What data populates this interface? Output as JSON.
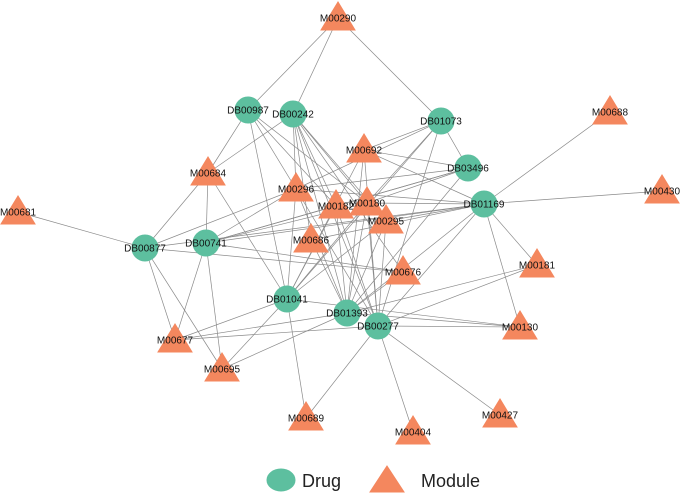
{
  "legend": {
    "drug_label": "Drug",
    "module_label": "Module",
    "drug_color": "#5dbf9f",
    "module_color": "#f4875e"
  },
  "drugs": [
    "DB00987",
    "DB00242",
    "DB01073",
    "DB03496",
    "DB01169",
    "DB00877",
    "DB00741",
    "DB01041",
    "DB01393",
    "DB00277"
  ],
  "modules": [
    "M00290",
    "M00688",
    "M00692",
    "M00684",
    "M00296",
    "M00430",
    "M00681",
    "M00182",
    "M00180",
    "M00295",
    "M00686",
    "M00676",
    "M00181",
    "M00130",
    "M00677",
    "M00695",
    "M00689",
    "M00404",
    "M00427"
  ],
  "edges": [
    [
      "M00290",
      "DB00987"
    ],
    [
      "M00290",
      "DB00242"
    ],
    [
      "M00290",
      "DB01073"
    ],
    [
      "M00688",
      "DB01169"
    ],
    [
      "M00430",
      "DB01169"
    ],
    [
      "M00681",
      "DB00877"
    ],
    [
      "DB00987",
      "M00684"
    ],
    [
      "DB00987",
      "M00296"
    ],
    [
      "DB00987",
      "DB01041"
    ],
    [
      "DB00987",
      "M00182"
    ],
    [
      "DB00987",
      "M00180"
    ],
    [
      "DB00242",
      "M00684"
    ],
    [
      "DB00242",
      "M00296"
    ],
    [
      "DB00242",
      "M00182"
    ],
    [
      "DB00242",
      "M00180"
    ],
    [
      "DB00242",
      "M00295"
    ],
    [
      "DB00242",
      "M00686"
    ],
    [
      "DB00242",
      "M00676"
    ],
    [
      "DB00242",
      "DB01393"
    ],
    [
      "DB00242",
      "DB00277"
    ],
    [
      "DB01073",
      "M00692"
    ],
    [
      "DB01073",
      "M00296"
    ],
    [
      "DB01073",
      "M00180"
    ],
    [
      "DB01073",
      "DB03496"
    ],
    [
      "DB01073",
      "DB01041"
    ],
    [
      "DB01073",
      "DB00277"
    ],
    [
      "DB03496",
      "M00692"
    ],
    [
      "DB03496",
      "M00296"
    ],
    [
      "DB03496",
      "M00182"
    ],
    [
      "DB03496",
      "M00180"
    ],
    [
      "DB03496",
      "DB00741"
    ],
    [
      "DB03496",
      "DB01393"
    ],
    [
      "DB01169",
      "M00692"
    ],
    [
      "DB01169",
      "M00296"
    ],
    [
      "DB01169",
      "M00180"
    ],
    [
      "DB01169",
      "M00295"
    ],
    [
      "DB01169",
      "M00686"
    ],
    [
      "DB01169",
      "DB00741"
    ],
    [
      "DB01169",
      "DB00877"
    ],
    [
      "DB01169",
      "M00181"
    ],
    [
      "DB01169",
      "M00130"
    ],
    [
      "DB01169",
      "DB01393"
    ],
    [
      "DB01169",
      "DB00277"
    ],
    [
      "DB00877",
      "M00684"
    ],
    [
      "DB00877",
      "M00296"
    ],
    [
      "DB00877",
      "M00677"
    ],
    [
      "DB00877",
      "M00695"
    ],
    [
      "DB00877",
      "M00676"
    ],
    [
      "DB00741",
      "M00684"
    ],
    [
      "DB00741",
      "M00296"
    ],
    [
      "DB00741",
      "M00182"
    ],
    [
      "DB00741",
      "M00180"
    ],
    [
      "DB00741",
      "M00677"
    ],
    [
      "DB00741",
      "M00695"
    ],
    [
      "DB00741",
      "M00676"
    ],
    [
      "M00684",
      "DB01041"
    ],
    [
      "M00692",
      "DB01041"
    ],
    [
      "M00692",
      "DB01393"
    ],
    [
      "M00692",
      "DB00277"
    ],
    [
      "M00296",
      "DB01041"
    ],
    [
      "M00296",
      "DB01393"
    ],
    [
      "M00296",
      "DB00277"
    ],
    [
      "M00182",
      "DB01041"
    ],
    [
      "M00182",
      "DB01393"
    ],
    [
      "M00182",
      "DB00277"
    ],
    [
      "M00180",
      "DB01041"
    ],
    [
      "M00180",
      "DB01393"
    ],
    [
      "M00180",
      "DB00277"
    ],
    [
      "M00295",
      "DB01041"
    ],
    [
      "M00295",
      "DB01393"
    ],
    [
      "M00295",
      "DB00277"
    ],
    [
      "M00686",
      "DB01393"
    ],
    [
      "DB01041",
      "M00689"
    ],
    [
      "DB01041",
      "M00677"
    ],
    [
      "DB01041",
      "M00695"
    ],
    [
      "DB01041",
      "M00130"
    ],
    [
      "DB01393",
      "M00677"
    ],
    [
      "DB01393",
      "M00695"
    ],
    [
      "DB01393",
      "M00676"
    ],
    [
      "DB01393",
      "M00181"
    ],
    [
      "DB01393",
      "M00130"
    ],
    [
      "DB00277",
      "M00181"
    ],
    [
      "DB00277",
      "M00130"
    ],
    [
      "DB00277",
      "M00689"
    ],
    [
      "DB00277",
      "M00404"
    ],
    [
      "DB00277",
      "M00427"
    ],
    [
      "DB00277",
      "M00677"
    ]
  ]
}
